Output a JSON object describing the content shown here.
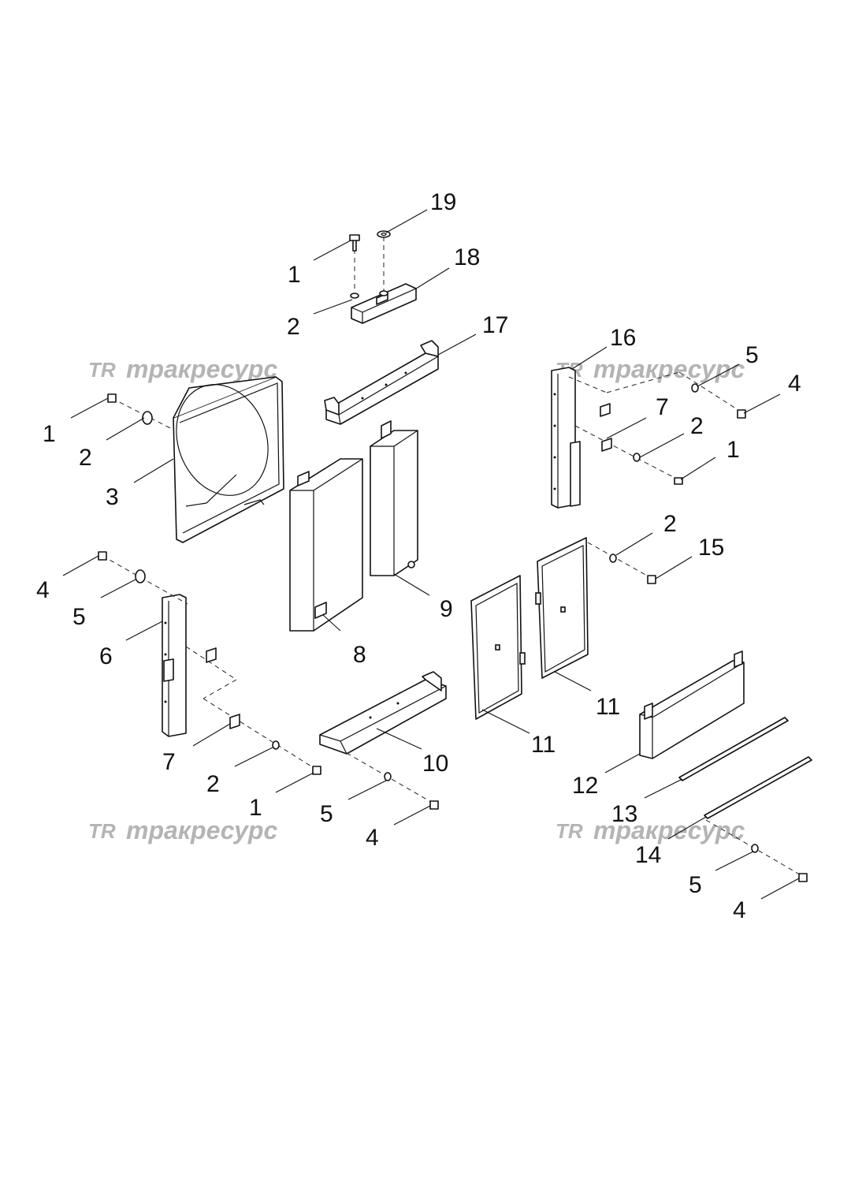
{
  "watermark": {
    "logo": "TR",
    "text": "тракресурс"
  },
  "callouts": [
    {
      "id": "c-19",
      "label": "19"
    },
    {
      "id": "c-1-top",
      "label": "1"
    },
    {
      "id": "c-18",
      "label": "18"
    },
    {
      "id": "c-2-top",
      "label": "2"
    },
    {
      "id": "c-17",
      "label": "17"
    },
    {
      "id": "c-16",
      "label": "16"
    },
    {
      "id": "c-5-right",
      "label": "5"
    },
    {
      "id": "c-4-right",
      "label": "4"
    },
    {
      "id": "c-7-right",
      "label": "7"
    },
    {
      "id": "c-2-right",
      "label": "2"
    },
    {
      "id": "c-1-right",
      "label": "1"
    },
    {
      "id": "c-1-left",
      "label": "1"
    },
    {
      "id": "c-2-left",
      "label": "2"
    },
    {
      "id": "c-3",
      "label": "3"
    },
    {
      "id": "c-4-left",
      "label": "4"
    },
    {
      "id": "c-5-left",
      "label": "5"
    },
    {
      "id": "c-6",
      "label": "6"
    },
    {
      "id": "c-9",
      "label": "9"
    },
    {
      "id": "c-8",
      "label": "8"
    },
    {
      "id": "c-2-mid",
      "label": "2"
    },
    {
      "id": "c-15",
      "label": "15"
    },
    {
      "id": "c-11-a",
      "label": "11"
    },
    {
      "id": "c-11-b",
      "label": "11"
    },
    {
      "id": "c-10",
      "label": "10"
    },
    {
      "id": "c-7-low",
      "label": "7"
    },
    {
      "id": "c-2-low",
      "label": "2"
    },
    {
      "id": "c-1-low",
      "label": "1"
    },
    {
      "id": "c-5-low",
      "label": "5"
    },
    {
      "id": "c-4-low",
      "label": "4"
    },
    {
      "id": "c-12",
      "label": "12"
    },
    {
      "id": "c-13",
      "label": "13"
    },
    {
      "id": "c-14",
      "label": "14"
    },
    {
      "id": "c-5-br",
      "label": "5"
    },
    {
      "id": "c-4-br",
      "label": "4"
    }
  ]
}
